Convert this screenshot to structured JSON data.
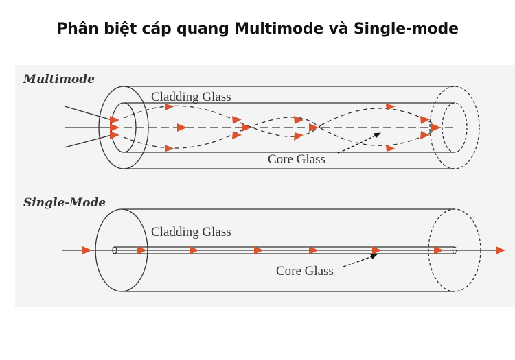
{
  "title": "Phân biệt cáp quang Multimode và  Single-mode",
  "colors": {
    "arrow": "#d9532c",
    "line": "#333333",
    "background": "#f4f4f4"
  },
  "multimode": {
    "label": "Multimode",
    "cladding_label": "Cladding Glass",
    "core_label": "Core Glass"
  },
  "singlemode": {
    "label": "Single-Mode",
    "cladding_label": "Cladding Glass",
    "core_label": "Core Glass"
  }
}
